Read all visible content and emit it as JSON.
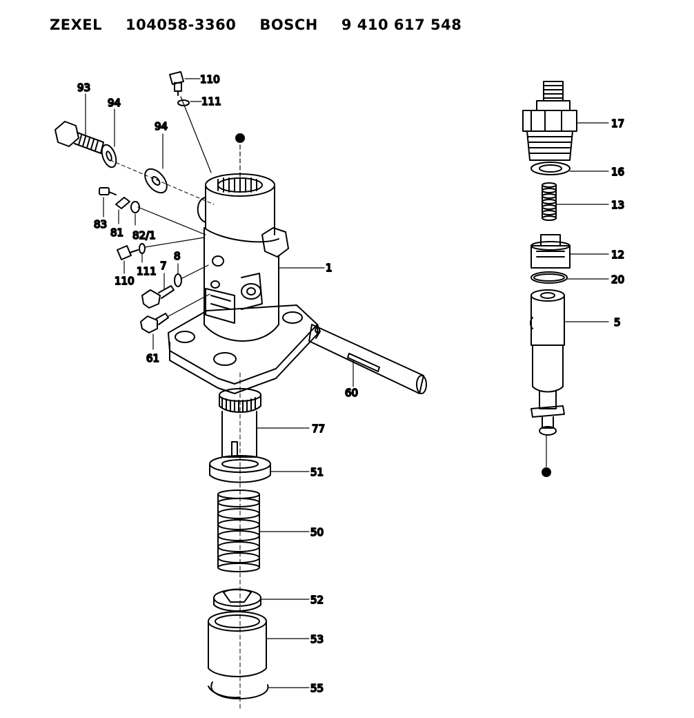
{
  "header": {
    "brand1": "ZEXEL",
    "partno1": "104058-3360",
    "brand2": "BOSCH",
    "partno2": "9 410 617 548"
  },
  "callouts": {
    "c110_top": "110",
    "c111_top": "111",
    "c93": "93",
    "c94a": "94",
    "c94b": "94",
    "c83": "83",
    "c81": "81",
    "c82": "82/1",
    "c110_left": "110",
    "c111_left": "111",
    "c7": "7",
    "c8": "8",
    "c1": "1",
    "c61": "61",
    "c60": "60",
    "c77": "77",
    "c51": "51",
    "c50": "50",
    "c52": "52",
    "c53": "53",
    "c55": "55",
    "c17": "17",
    "c16": "16",
    "c13": "13",
    "c12": "12",
    "c20": "20",
    "c5": "5"
  }
}
